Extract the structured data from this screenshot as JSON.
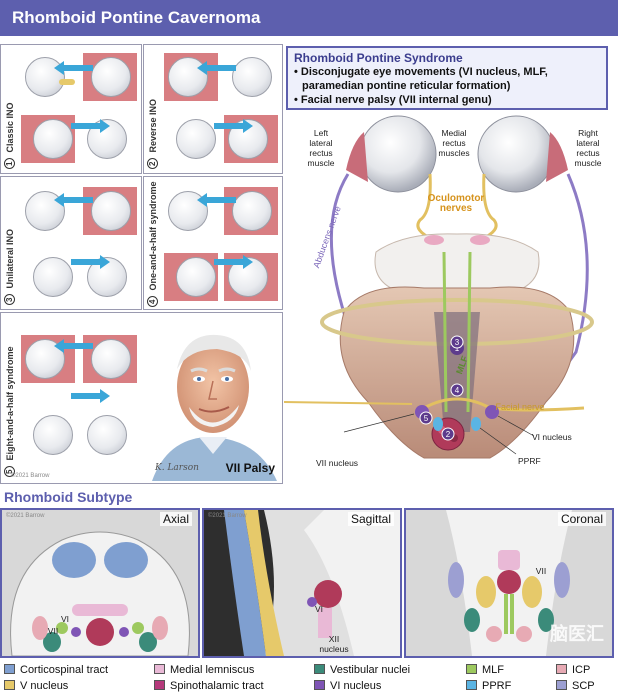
{
  "header": {
    "title": "Rhomboid Pontine Cavernoma"
  },
  "ino_panels": [
    {
      "num": "1",
      "label": "Classic INO"
    },
    {
      "num": "2",
      "label": "Reverse INO"
    },
    {
      "num": "3",
      "label": "Unilateral INO"
    },
    {
      "num": "4",
      "label": "One-and-a-half syndrome"
    },
    {
      "num": "5",
      "label": "Eight-and-a-half syndrome"
    }
  ],
  "portrait": {
    "caption": "VII Palsy",
    "signature": "K. Larson",
    "copyright": "©2021 Barrow"
  },
  "syndrome": {
    "title": "Rhomboid Pontine Syndrome",
    "bullets": [
      "• Disconjugate eye movements (VI nucleus, MLF,",
      "paramedian pontine reticular formation)",
      "• Facial nerve palsy (VII internal genu)"
    ]
  },
  "anatomy": {
    "left_muscle": "Left\nlateral\nrectus\nmuscle",
    "medial_muscles": "Medial\nrectus\nmuscles",
    "right_muscle": "Right\nlateral\nrectus\nmuscle",
    "oculomotor": "Oculomotor\nnerves",
    "abducens": "Abducens nerve",
    "mlf": "MLF",
    "facial_nerve": "Facial nerve",
    "vi_nucleus": "VI nucleus",
    "vii_nucleus": "VII nucleus",
    "pprf": "PPRF",
    "markers": [
      "1",
      "2",
      "3",
      "4",
      "5"
    ]
  },
  "subtype": {
    "title": "Rhomboid Subtype",
    "panels": [
      {
        "name": "Axial",
        "copyright": "©2021 Barrow",
        "labels": [
          "VI",
          "VII"
        ]
      },
      {
        "name": "Sagittal",
        "copyright": "©2021 Barrow",
        "labels": [
          "VI",
          "XII\nnucleus"
        ]
      },
      {
        "name": "Coronal",
        "copyright": "",
        "labels": [
          "VII"
        ]
      }
    ]
  },
  "legend": [
    {
      "label": "Corticospinal tract",
      "color": "#7f9fd0"
    },
    {
      "label": "V nucleus",
      "color": "#e6c96a"
    },
    {
      "label": "Medial lemniscus",
      "color": "#e9b9d6"
    },
    {
      "label": "Spinothalamic tract",
      "color": "#b5397b"
    },
    {
      "label": "Vestibular nuclei",
      "color": "#3b8b7a"
    },
    {
      "label": "VI nucleus",
      "color": "#7f55b5"
    },
    {
      "label": "MLF",
      "color": "#9dc95f"
    },
    {
      "label": "PPRF",
      "color": "#5ab4e3"
    },
    {
      "label": "ICP",
      "color": "#e7aab4"
    },
    {
      "label": "SCP",
      "color": "#9c9fd2"
    }
  ],
  "colors": {
    "accent": "#5d5fae",
    "pink_bg": "#d87e82",
    "arrow": "#3aa6d8"
  },
  "watermark": "脑医汇"
}
